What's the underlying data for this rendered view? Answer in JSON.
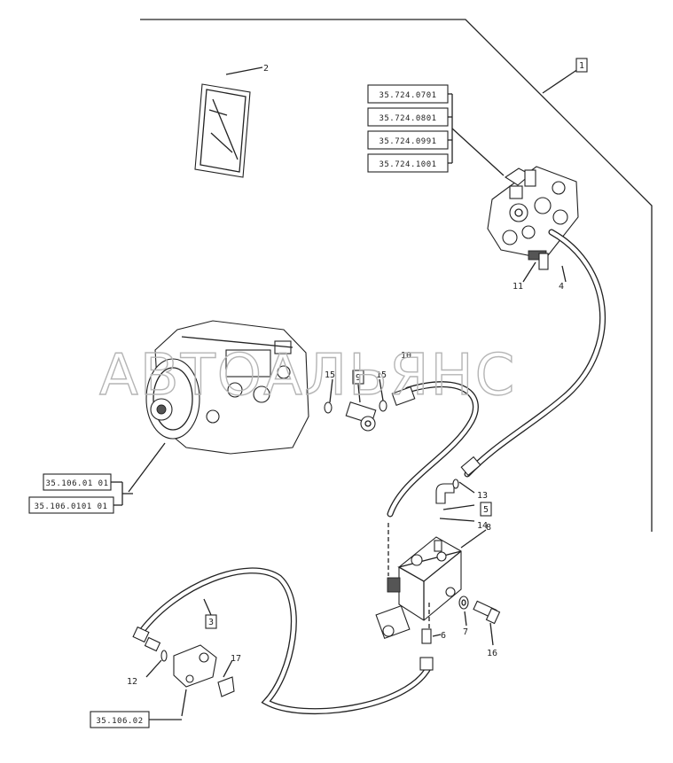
{
  "watermark": "АВТОАЛЬЯНС",
  "reference_codes": [
    {
      "id": "ref-35-724-0701",
      "text": "35.724.0701"
    },
    {
      "id": "ref-35-724-0801",
      "text": "35.724.0801"
    },
    {
      "id": "ref-35-724-0991",
      "text": "35.724.0991"
    },
    {
      "id": "ref-35-724-1001",
      "text": "35.724.1001"
    },
    {
      "id": "ref-35-106-01-01",
      "text": "35.106.01 01"
    },
    {
      "id": "ref-35-106-0101-01",
      "text": "35.106.0101 01"
    },
    {
      "id": "ref-35-106-02",
      "text": "35.106.02"
    }
  ],
  "boxed_callouts": [
    {
      "id": "callout-1",
      "text": "1"
    },
    {
      "id": "callout-9",
      "text": "9"
    },
    {
      "id": "callout-5",
      "text": "5"
    },
    {
      "id": "callout-3",
      "text": "3"
    }
  ],
  "callouts": [
    {
      "id": "callout-2",
      "text": "2"
    },
    {
      "id": "callout-11",
      "text": "11"
    },
    {
      "id": "callout-4",
      "text": "4"
    },
    {
      "id": "callout-10",
      "text": "10"
    },
    {
      "id": "callout-15a",
      "text": "15"
    },
    {
      "id": "callout-15b",
      "text": "15"
    },
    {
      "id": "callout-13",
      "text": "13"
    },
    {
      "id": "callout-14",
      "text": "14"
    },
    {
      "id": "callout-8",
      "text": "8"
    },
    {
      "id": "callout-6",
      "text": "6"
    },
    {
      "id": "callout-7",
      "text": "7"
    },
    {
      "id": "callout-16",
      "text": "16"
    },
    {
      "id": "callout-12",
      "text": "12"
    },
    {
      "id": "callout-17",
      "text": "17"
    }
  ]
}
